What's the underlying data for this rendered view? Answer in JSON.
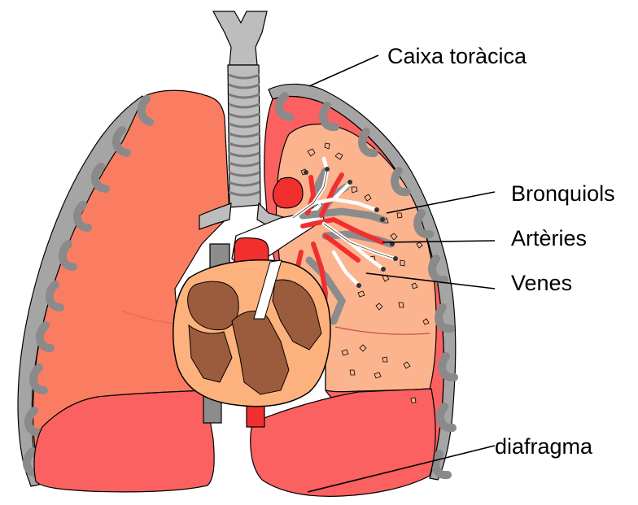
{
  "labels": {
    "ribcage": "Caixa toràcica",
    "bronchioles": "Bronquiols",
    "arteries": "Artèries",
    "veins": "Venes",
    "diaphragm": "diafragma"
  },
  "colors": {
    "lung_outer": "#fa7d62",
    "lung_inner_section": "#fcb48f",
    "diaphragm_lobe": "#fb6160",
    "ribs": "#a5a5a5",
    "trachea": "#bdbdbd",
    "artery": "#f12f2f",
    "vein": "#8c8c8c",
    "bronchiole": "#ffffff",
    "heart_outer": "#fdb27d",
    "heart_muscle": "#9b5b3d",
    "outline": "#000000"
  }
}
